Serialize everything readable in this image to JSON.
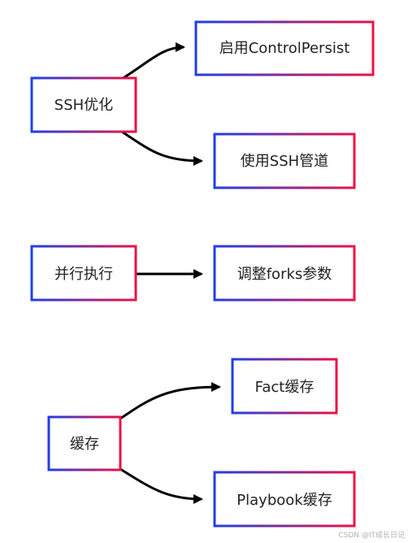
{
  "colors": {
    "gradient_start": "#1f3fe6",
    "gradient_end": "#ee1144",
    "arrow": "#000000",
    "text": "#222222"
  },
  "nodes": {
    "ssh_opt": "SSH优化",
    "control_persist": "启用ControlPersist",
    "ssh_pipeline": "使用SSH管道",
    "parallel": "并行执行",
    "forks": "调整forks参数",
    "cache": "缓存",
    "fact_cache": "Fact缓存",
    "playbook_cache": "Playbook缓存"
  },
  "watermark": "CSDN @IT成长日记"
}
